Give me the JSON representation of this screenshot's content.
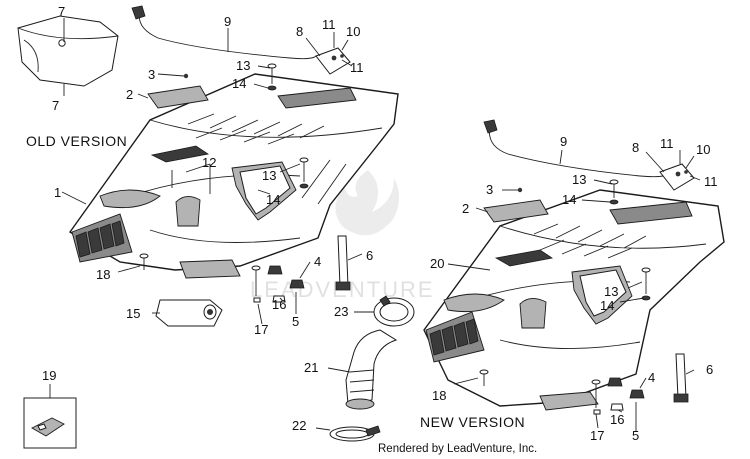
{
  "diagram": {
    "headings": {
      "old_version": "OLD VERSION",
      "new_version": "NEW VERSION"
    },
    "credit": "Rendered by LeadVenture, Inc.",
    "watermark": "LEADVENTURE",
    "callouts": {
      "c1": "1",
      "c2": "2",
      "c3": "3",
      "c4": "4",
      "c5": "5",
      "c6": "6",
      "c7": "7",
      "c8": "8",
      "c9": "9",
      "c10": "10",
      "c11": "11",
      "c12": "12",
      "c13": "13",
      "c14": "14",
      "c15": "15",
      "c16": "16",
      "c17": "17",
      "c18": "18",
      "c19": "19",
      "c20": "20",
      "c21": "21",
      "c22": "22",
      "c23": "23"
    }
  }
}
